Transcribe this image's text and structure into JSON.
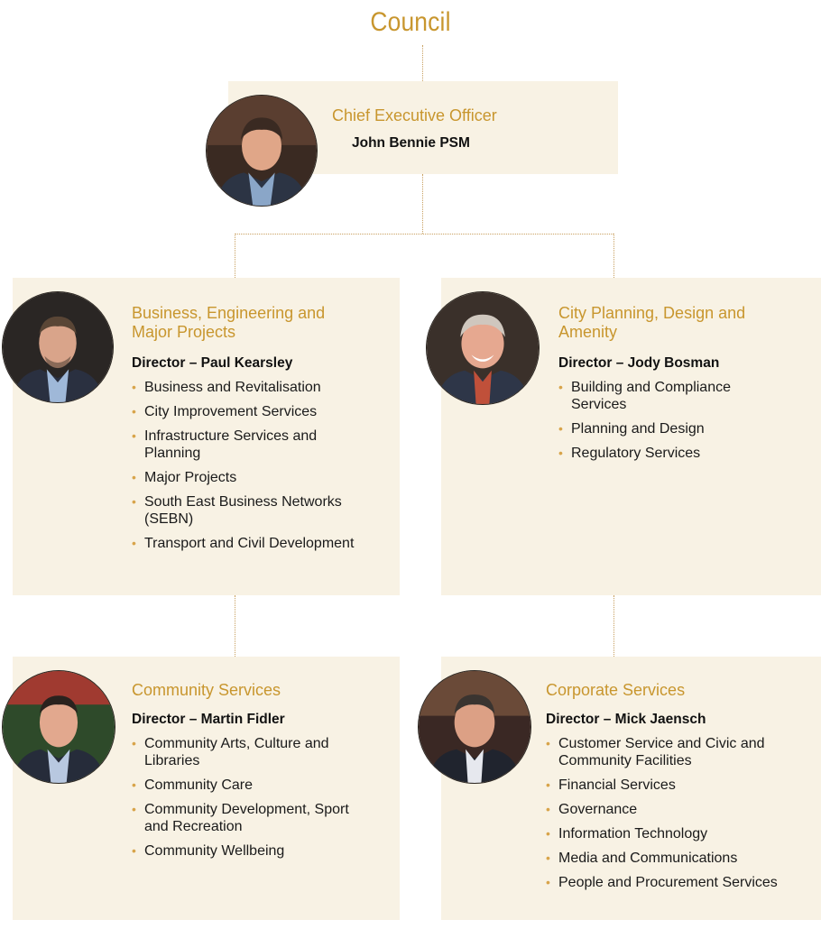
{
  "title": "Council",
  "ceo": {
    "role": "Chief Executive Officer",
    "name": "John Bennie PSM"
  },
  "directorates": [
    {
      "unit": "Business, Engineering and Major Projects",
      "director": "Director – Paul Kearsley",
      "items": [
        "Business and Revitalisation",
        "City Improvement Services",
        "Infrastructure Services and Planning",
        "Major Projects",
        "South East Business Networks (SEBN)",
        "Transport and Civil Development"
      ]
    },
    {
      "unit": "City Planning, Design and Amenity",
      "director": "Director – Jody Bosman",
      "items": [
        "Building and Compliance Services",
        "Planning and Design",
        "Regulatory Services"
      ]
    },
    {
      "unit": "Community Services",
      "director": "Director – Martin Fidler",
      "items": [
        "Community Arts, Culture and Libraries",
        "Community Care",
        "Community Development, Sport and Recreation",
        "Community Wellbeing"
      ]
    },
    {
      "unit": "Corporate Services",
      "director": "Director – Mick Jaensch",
      "items": [
        "Customer Service and Civic and Community Facilities",
        "Financial Services",
        "Governance",
        "Information Technology",
        "Media and Communications",
        "People and Procurement Services"
      ]
    }
  ],
  "colors": {
    "accent": "#c8962e",
    "box_background": "#f8f2e4",
    "connector": "#c8a060"
  }
}
